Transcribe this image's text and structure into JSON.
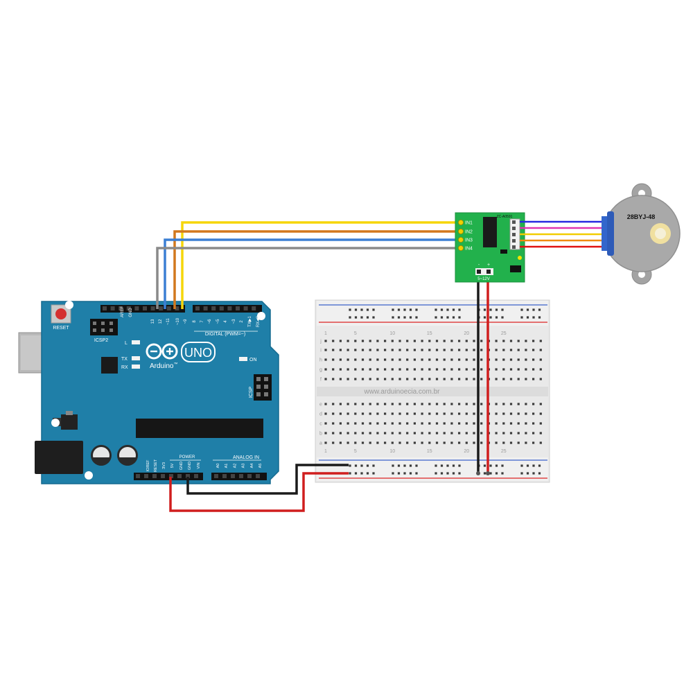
{
  "arduino": {
    "reset_label": "RESET",
    "icsp2_label": "ICSP2",
    "icsp_label": "ICSP",
    "aref_label": "AREF",
    "gnd_label": "GND",
    "digital_pins": [
      "13",
      "12",
      "~11",
      "~10",
      "~9",
      "8",
      "7",
      "~6",
      "~5",
      "4",
      "~3",
      "2",
      "TX▶1",
      "RX◀0"
    ],
    "digital_label": "DIGITAL (PWM=~)",
    "l_label": "L",
    "tx_label": "TX",
    "rx_label": "RX",
    "brand": "Arduino",
    "brand_tm": "™",
    "model": "UNO",
    "on_label": "ON",
    "power_pins": [
      "IOREF",
      "RESET",
      "3V3",
      "5V",
      "GND",
      "GND",
      "VIN"
    ],
    "power_label": "POWER",
    "analog_label": "ANALOG IN",
    "analog_pins": [
      "A0",
      "A1",
      "A2",
      "A3",
      "A4",
      "A5"
    ]
  },
  "driver": {
    "chip_label": "ZC-A0591",
    "inputs": [
      "IN1",
      "IN2",
      "IN3",
      "IN4"
    ],
    "minus": "-",
    "plus": "+",
    "voltage": "5~12V"
  },
  "motor": {
    "model": "28BYJ-48"
  },
  "breadboard": {
    "watermark": "www.arduinoecia.com.br",
    "col_numbers": [
      "1",
      "5",
      "10",
      "15",
      "20",
      "25"
    ],
    "rows_top": [
      "j",
      "i",
      "h",
      "g",
      "f"
    ],
    "rows_bottom": [
      "e",
      "d",
      "c",
      "b",
      "a"
    ]
  },
  "colors": {
    "board": "#1f7fa8",
    "board_edge": "#156a8f",
    "driver_board": "#22b14c",
    "motor_body": "#a9a9a9",
    "motor_cap": "#3366cc",
    "wire_yellow": "#f5d60a",
    "wire_orange": "#d2781e",
    "wire_blue": "#3b7fd4",
    "wire_gray": "#8a8a8a",
    "wire_red": "#d01e1e",
    "wire_black": "#1a1a1a",
    "motor_wire_blue": "#2727e0",
    "motor_wire_pink": "#e033b0",
    "motor_wire_yellow": "#f2cc00",
    "motor_wire_orange": "#f08a10",
    "motor_wire_red": "#e01010"
  }
}
